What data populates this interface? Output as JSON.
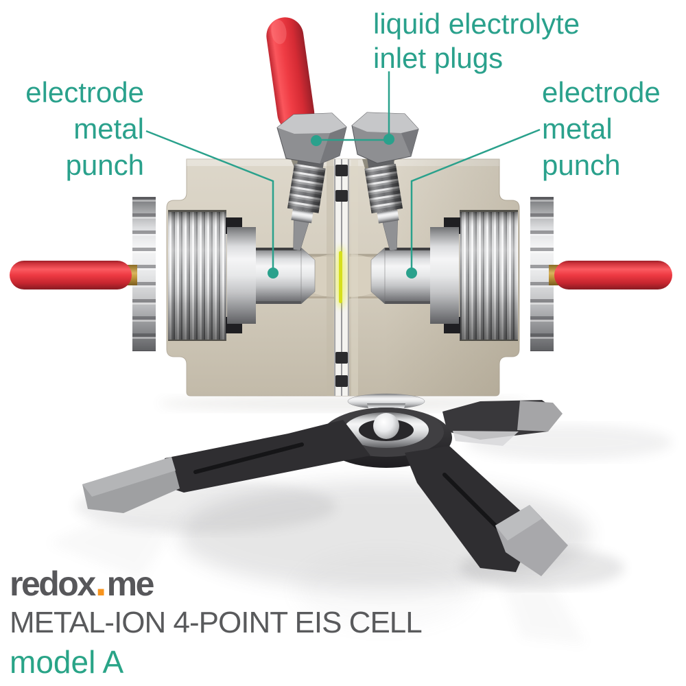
{
  "labels": {
    "inlet": {
      "line1": "liquid electrolyte",
      "line2": "inlet plugs"
    },
    "left_punch": {
      "line1": "electrode",
      "line2": "metal",
      "line3": "punch"
    },
    "right_punch": {
      "line1": "electrode",
      "line2": "metal",
      "line3": "punch"
    }
  },
  "branding": {
    "logo_part1": "redox",
    "logo_dot": ".",
    "logo_part2": "me",
    "product_title": "METAL-ION 4-POINT EIS CELL",
    "model": "model A"
  },
  "colors": {
    "accent": "#2AA18C",
    "model_text": "#29A487",
    "logo_text": "#57575A",
    "logo_dot": "#F7941E",
    "title_text": "#595A5C",
    "electrode_red": "#EE3A43",
    "body_beige": "#D4CDBE",
    "stand_black": "#2F2E31",
    "foot_gray": "#A5A5A7",
    "sample_yellow": "#D6DF1C"
  }
}
